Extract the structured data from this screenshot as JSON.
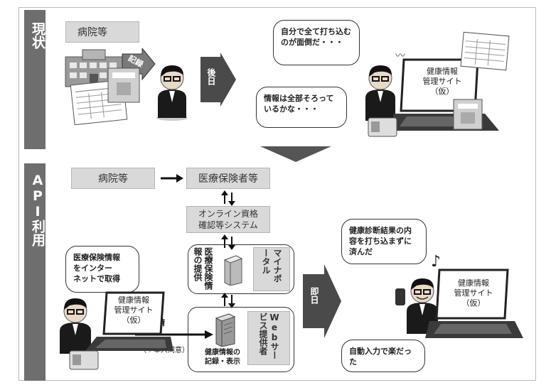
{
  "top": {
    "side_label": "現状",
    "hospital_label": "病院等",
    "note_label": "記録",
    "later_label": "後日",
    "bubble_input": "自分で全て打ち込む\nのが面倒だ・・・",
    "bubble_info": "情報は全部そろって\nいるかな・・・",
    "site_label": "健康情報\n管理サイト\n（仮）"
  },
  "bottom": {
    "side_label": "API利用",
    "hospital_label": "病院等",
    "insurer_label": "医療保険者等",
    "online_label": "オンライン資格\n確認等システム",
    "provide_label": "医療保険情報の提供",
    "mynaportal_label": "マイナポータル",
    "web_label": "Webサービス提供者",
    "record_label": "健康情報の\n記録・表示",
    "apply_label": "申請",
    "consent_label": "（＋本人同意）",
    "bubble_get": "医療保険情報\nをインター\nネットで取得",
    "immediate_label": "即日",
    "bubble_result": "健康診断結果の内\n容を打ち込まずに\n済んだ",
    "bubble_auto": "自動入力で楽だった",
    "site_label_left": "健康情報\n管理サイト\n（仮）",
    "site_label_right": "健康情報\n管理サイト\n（仮）"
  },
  "colors": {
    "sidebar": "#6e6e6e",
    "box": "#d9d9d9",
    "arrow": "#555555"
  }
}
